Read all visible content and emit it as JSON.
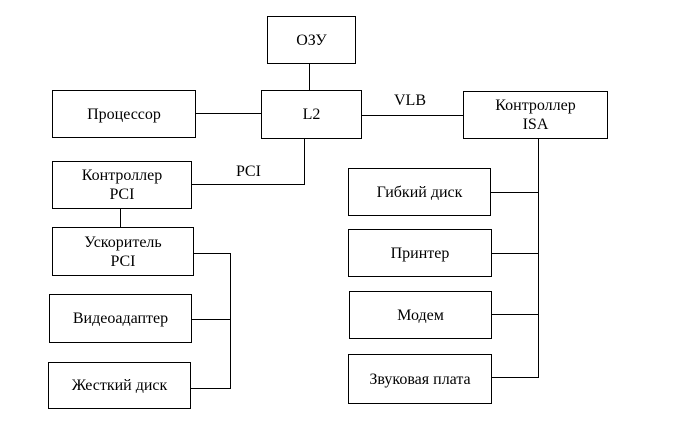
{
  "diagram": {
    "nodes": {
      "ram": "ОЗУ",
      "cpu": "Процессор",
      "l2": "L2",
      "isa_controller": "Контроллер\nISA",
      "pci_controller": "Контроллер\nPCI",
      "pci_accelerator": "Ускоритель\nPCI",
      "video_adapter": "Видеоадаптер",
      "hard_disk": "Жесткий диск",
      "floppy_disk": "Гибкий диск",
      "printer": "Принтер",
      "modem": "Модем",
      "sound_card": "Звуковая плата"
    },
    "bus_labels": {
      "vlb": "VLB",
      "pci": "PCI"
    },
    "edges": [
      {
        "from": "ram",
        "to": "l2"
      },
      {
        "from": "cpu",
        "to": "l2"
      },
      {
        "from": "l2",
        "to": "isa_controller",
        "label": "vlb"
      },
      {
        "from": "l2",
        "to": "pci_controller",
        "label": "pci"
      },
      {
        "from": "pci_controller",
        "to": "pci_accelerator"
      },
      {
        "from": "pci_accelerator",
        "to": "video_adapter"
      },
      {
        "from": "pci_accelerator",
        "to": "hard_disk"
      },
      {
        "from": "isa_controller",
        "to": "floppy_disk"
      },
      {
        "from": "isa_controller",
        "to": "printer"
      },
      {
        "from": "isa_controller",
        "to": "modem"
      },
      {
        "from": "isa_controller",
        "to": "sound_card"
      }
    ]
  }
}
